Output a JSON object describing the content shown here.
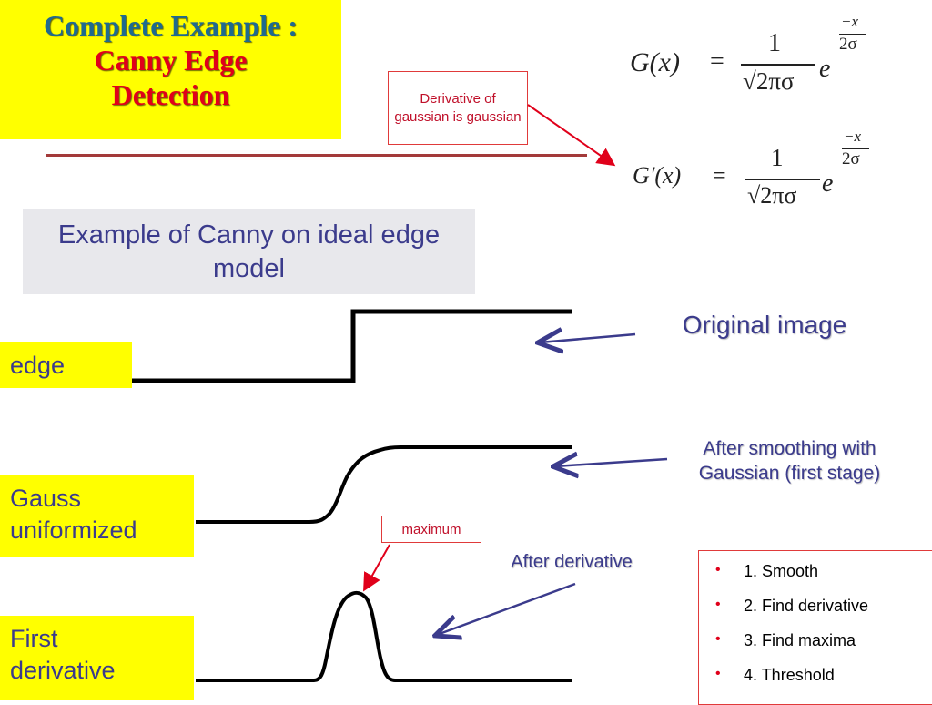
{
  "title": {
    "line1": "Complete Example :",
    "line2": "Canny Edge",
    "line3": "Detection"
  },
  "callout": {
    "text": "Derivative of gaussian is gaussian"
  },
  "formulas": {
    "g": {
      "lhs": "G(x)",
      "eq": "=",
      "num": "1",
      "den": "√2πσ",
      "base": "e",
      "exp_num": "−x",
      "exp_den": "2σ"
    },
    "gprime": {
      "lhs": "G'(x)",
      "eq": "=",
      "num": "1",
      "den": "√2πσ",
      "base": "e",
      "exp_num": "−x",
      "exp_den": "2σ"
    }
  },
  "subtitle": "Example of Canny on ideal edge model",
  "labels": {
    "edge": "edge",
    "gauss_line1": "Gauss",
    "gauss_line2": "uniformized",
    "deriv_line1": "First",
    "deriv_line2": "derivative"
  },
  "annotations": {
    "original": "Original image",
    "smooth_line1": "After smoothing with",
    "smooth_line2": "Gaussian (first stage)",
    "after_derivative": "After derivative",
    "maximum": "maximum"
  },
  "steps": [
    "1. Smooth",
    "2. Find derivative",
    "3. Find maxima",
    "4. Threshold"
  ],
  "colors": {
    "title_blue": "#1f6a8f",
    "title_red": "#e0001a",
    "accent_red": "#e03a3a",
    "text_navy": "#3b3b8c",
    "label_yellow": "#ffff00"
  }
}
